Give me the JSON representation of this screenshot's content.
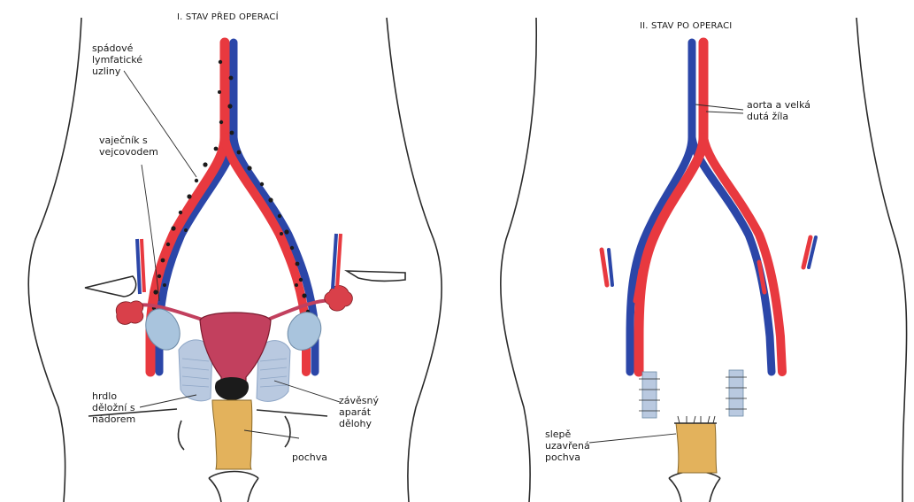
{
  "panels": [
    {
      "title": "I. STAV PŘED OPERACÍ",
      "labels": {
        "lymph_nodes": "spádové\nlymfatické\nuzliny",
        "ovary": "vaječník s\nvejcovodem",
        "cervix": "hrdlo\nděložní s\nnádorem",
        "suspensory": "závěsný\naparát\ndělohy",
        "vagina": "pochva"
      }
    },
    {
      "title": "II. STAV PO OPERACI",
      "labels": {
        "vessels": "aorta a velká\ndutá žíla",
        "closed_vagina": "slepě\nuzavřená\npochva"
      }
    }
  ],
  "colors": {
    "artery": "#e8393f",
    "vein": "#2b46a8",
    "uterus": "#c2405e",
    "vagina": "#e3b25c",
    "ovary": "#a9c4dd",
    "tube_fimbria": "#d9404a",
    "ligament": "#b9c9e0",
    "outline": "#2a2a2a",
    "lymph_node": "#1b1b1b"
  }
}
